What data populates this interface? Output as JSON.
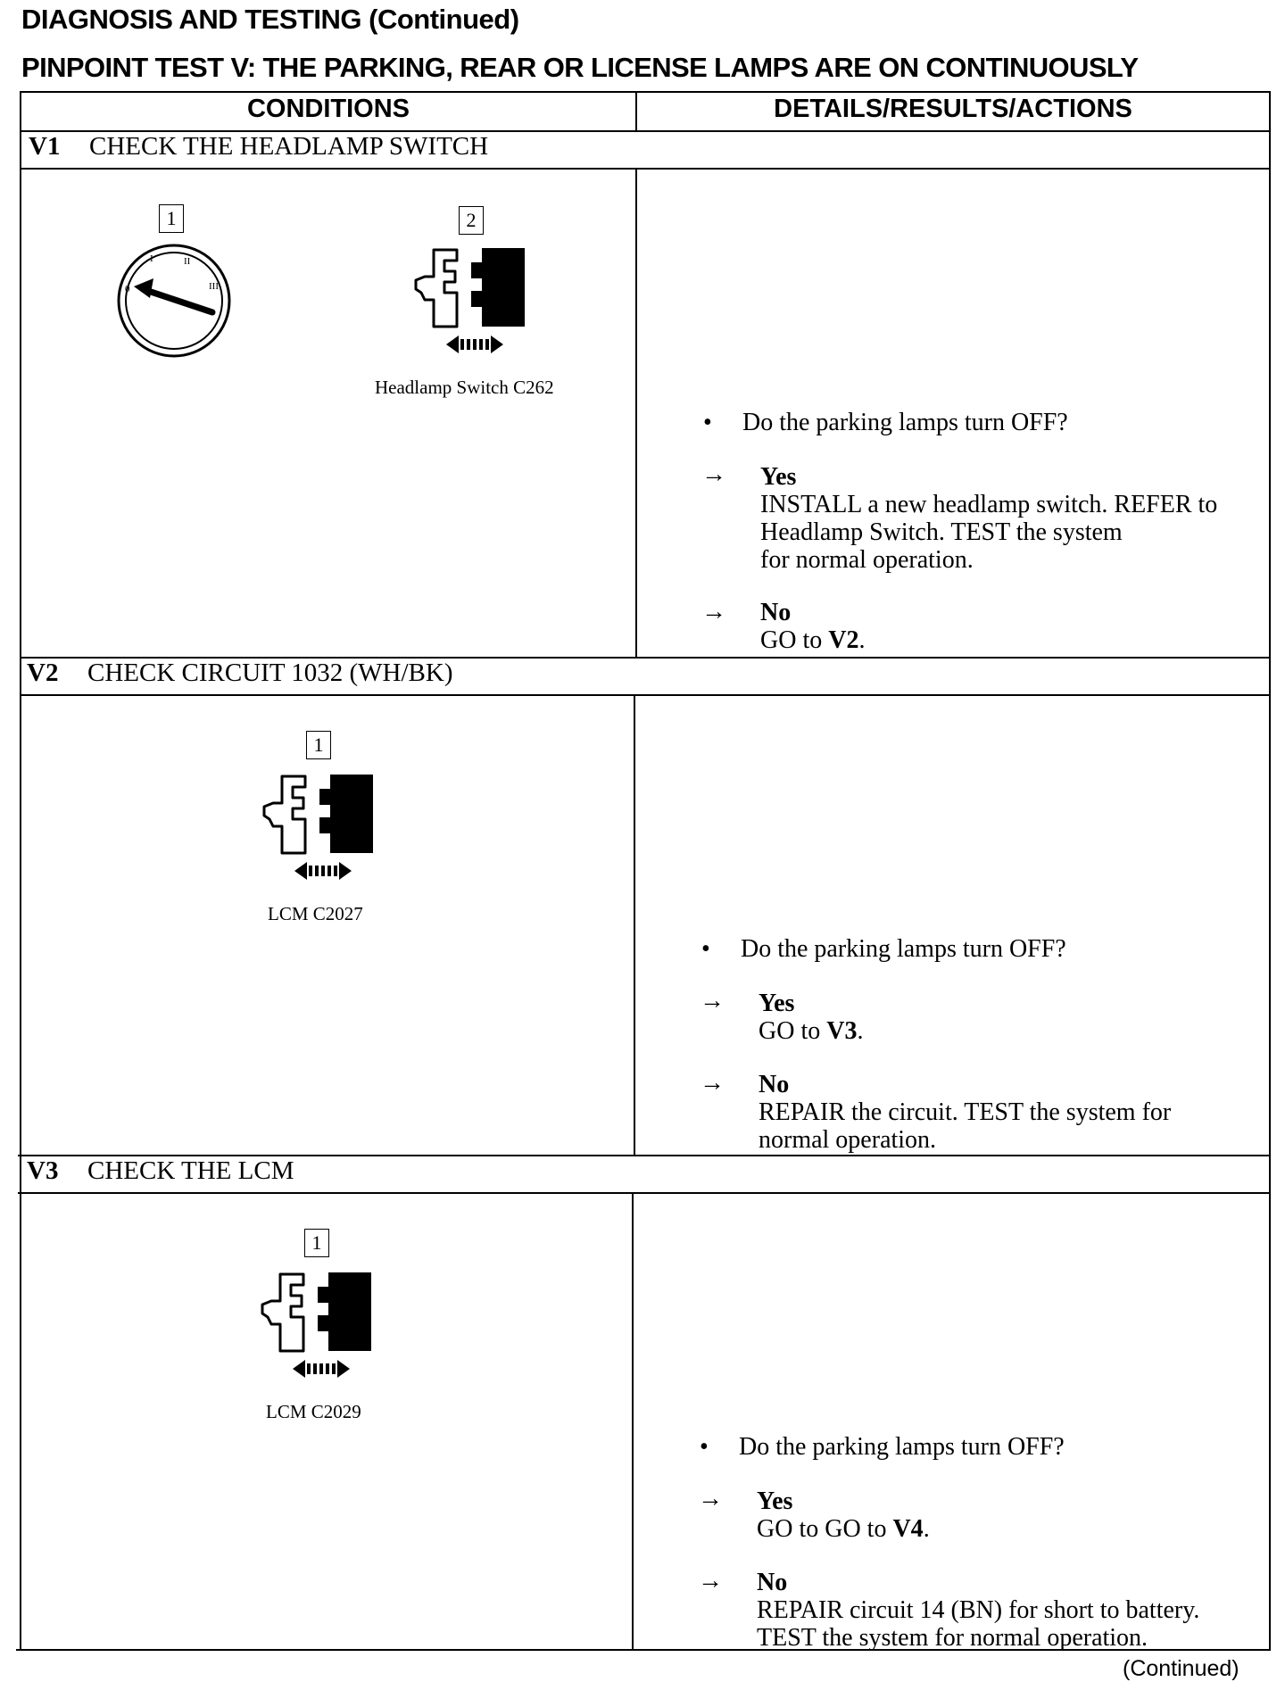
{
  "header": "DIAGNOSIS AND TESTING (Continued)",
  "subheader": "PINPOINT TEST V:  THE PARKING, REAR OR LICENSE LAMPS ARE ON CONTINUOUSLY",
  "columns": [
    "CONDITIONS",
    "DETAILS/RESULTS/ACTIONS"
  ],
  "steps": [
    {
      "id": "V1",
      "title": "CHECK THE HEADLAMP SWITCH",
      "callouts": [
        "1",
        "2"
      ],
      "caption": "Headlamp Switch C262",
      "icons": [
        "headlamp-switch-knob-icon",
        "connector-disconnect-icon"
      ],
      "question": "Do the parking lamps turn OFF?",
      "yes_label": "Yes",
      "yes_lines": [
        "INSTALL a new headlamp switch. REFER to",
        "Headlamp Switch. TEST the system",
        "for normal operation."
      ],
      "no_label": "No",
      "no_lines": [
        "GO to V2."
      ]
    },
    {
      "id": "V2",
      "title": "CHECK CIRCUIT 1032 (WH/BK)",
      "callouts": [
        "1"
      ],
      "caption": "LCM C2027",
      "icons": [
        "connector-disconnect-icon"
      ],
      "question": "Do the parking lamps turn OFF?",
      "yes_label": "Yes",
      "yes_lines": [
        "GO to V3."
      ],
      "no_label": "No",
      "no_lines": [
        "REPAIR the circuit. TEST the system for",
        "normal operation."
      ]
    },
    {
      "id": "V3",
      "title": "CHECK THE LCM",
      "callouts": [
        "1"
      ],
      "caption": "LCM C2029",
      "icons": [
        "connector-disconnect-icon"
      ],
      "question": "Do the parking lamps turn OFF?",
      "yes_label": "Yes",
      "yes_lines": [
        "GO to GO to V4."
      ],
      "no_label": "No",
      "no_lines": [
        "REPAIR circuit 14 (BN) for short to battery.",
        "TEST the system for normal operation."
      ]
    }
  ],
  "knob_marks": [
    "0",
    "I",
    "II",
    "III"
  ],
  "bullet": "•",
  "arrow": "→",
  "footer": "(Continued)"
}
